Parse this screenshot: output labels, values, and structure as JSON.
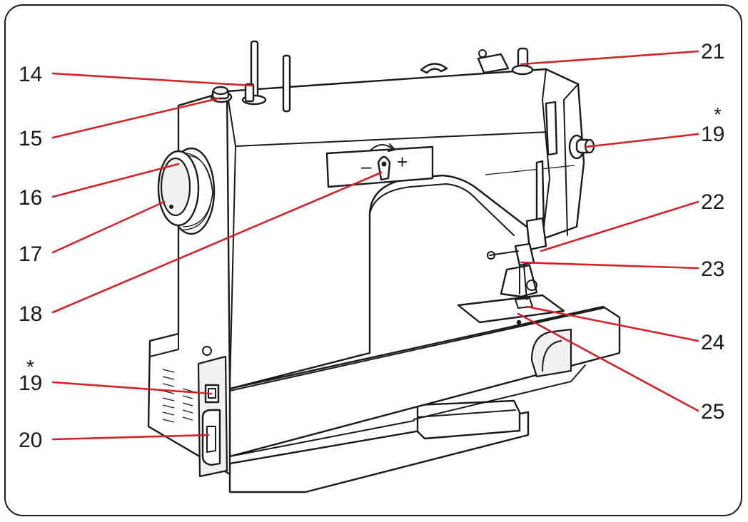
{
  "diagram": {
    "callouts": [
      {
        "id": "14",
        "label": "14",
        "star": ""
      },
      {
        "id": "15",
        "label": "15",
        "star": ""
      },
      {
        "id": "16",
        "label": "16",
        "star": ""
      },
      {
        "id": "17",
        "label": "17",
        "star": ""
      },
      {
        "id": "18",
        "label": "18",
        "star": ""
      },
      {
        "id": "19a",
        "label": "19",
        "star": "*"
      },
      {
        "id": "20",
        "label": "20",
        "star": ""
      },
      {
        "id": "21",
        "label": "21",
        "star": ""
      },
      {
        "id": "19b",
        "label": "19",
        "star": "*"
      },
      {
        "id": "22",
        "label": "22",
        "star": ""
      },
      {
        "id": "23",
        "label": "23",
        "star": ""
      },
      {
        "id": "24",
        "label": "24",
        "star": ""
      },
      {
        "id": "25",
        "label": "25",
        "star": ""
      }
    ],
    "dial": {
      "minus": "–",
      "plus": "+"
    },
    "colors": {
      "leader": "#d2232a",
      "ink": "#1a1a1a"
    }
  }
}
